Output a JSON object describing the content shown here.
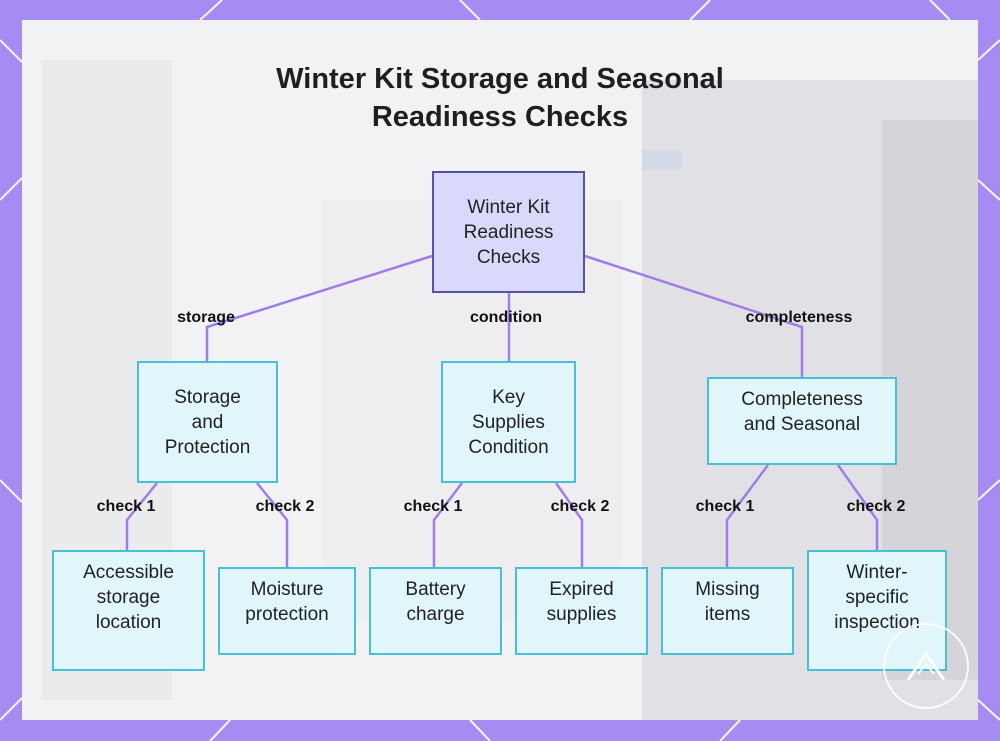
{
  "title": [
    "Winter Kit Storage and Seasonal",
    "Readiness Checks"
  ],
  "colors": {
    "background": "#a58cf2",
    "panel": "#f4f4f6",
    "connector": "#a07de6",
    "root_fill": "#d9d9fb",
    "root_border": "#5454a6",
    "node_fill": "#e0f6fb",
    "node_border": "#49bfd6"
  },
  "nodes": {
    "root": [
      "Winter Kit",
      "Readiness",
      "Checks"
    ],
    "storage": [
      "Storage",
      "and",
      "Protection"
    ],
    "condition": [
      "Key",
      "Supplies",
      "Condition"
    ],
    "completeness": [
      "Completeness",
      "and Seasonal"
    ],
    "accessible": [
      "Accessible",
      "storage",
      "location"
    ],
    "moisture": [
      "Moisture",
      "protection"
    ],
    "battery": [
      "Battery",
      "charge"
    ],
    "expired": [
      "Expired",
      "supplies"
    ],
    "missing": [
      "Missing",
      "items"
    ],
    "winter": [
      "Winter-",
      "specific",
      "inspection"
    ]
  },
  "edges": {
    "storage": "storage",
    "condition": "condition",
    "completeness": "completeness",
    "storage_check1": "check 1",
    "storage_check2": "check 2",
    "condition_check1": "check 1",
    "condition_check2": "check 2",
    "completeness_check1": "check 1",
    "completeness_check2": "check 2"
  },
  "icons": {
    "watermark": "mountain-logo-icon"
  }
}
